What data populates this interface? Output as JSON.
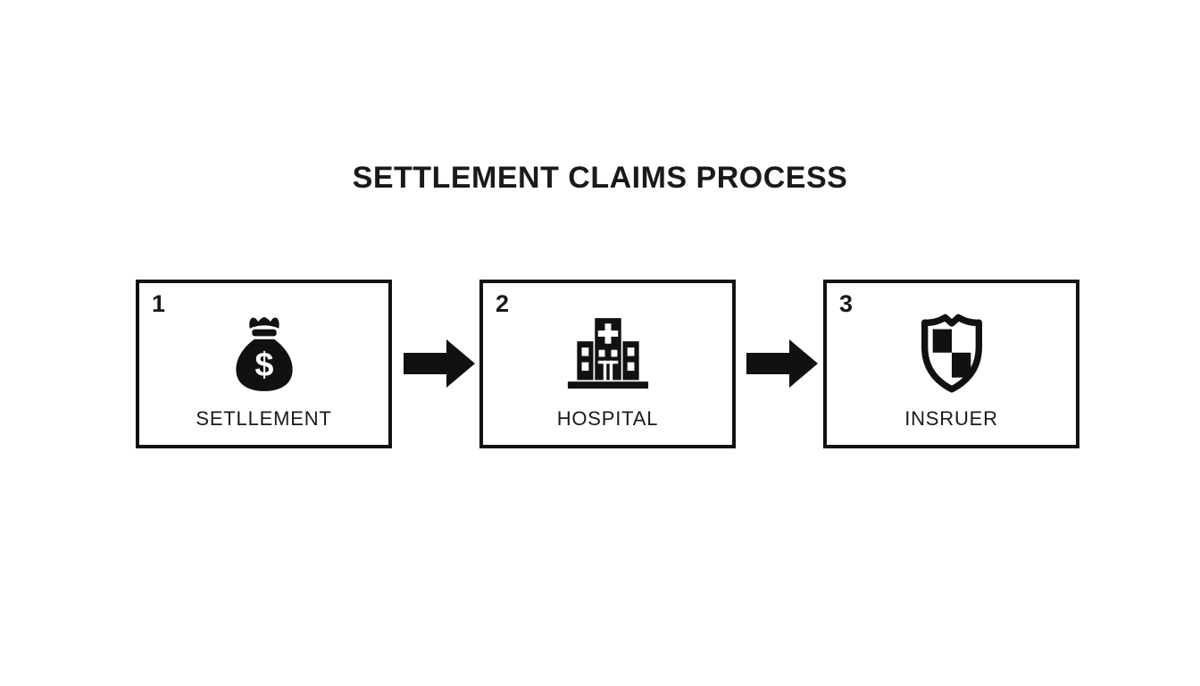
{
  "title": "SETTLEMENT CLAIMS PROCESS",
  "steps": [
    {
      "number": "1",
      "label": "SETLLEMENT",
      "icon": "money-bag-icon"
    },
    {
      "number": "2",
      "label": "HOSPITAL",
      "icon": "hospital-icon"
    },
    {
      "number": "3",
      "label": "INSRUER",
      "icon": "shield-icon"
    }
  ],
  "arrows": {
    "count": 2,
    "direction": "right"
  },
  "colors": {
    "background": "#ffffff",
    "foreground": "#1a1a1a",
    "box_border": "#121212",
    "icon_fill": "#111111"
  }
}
